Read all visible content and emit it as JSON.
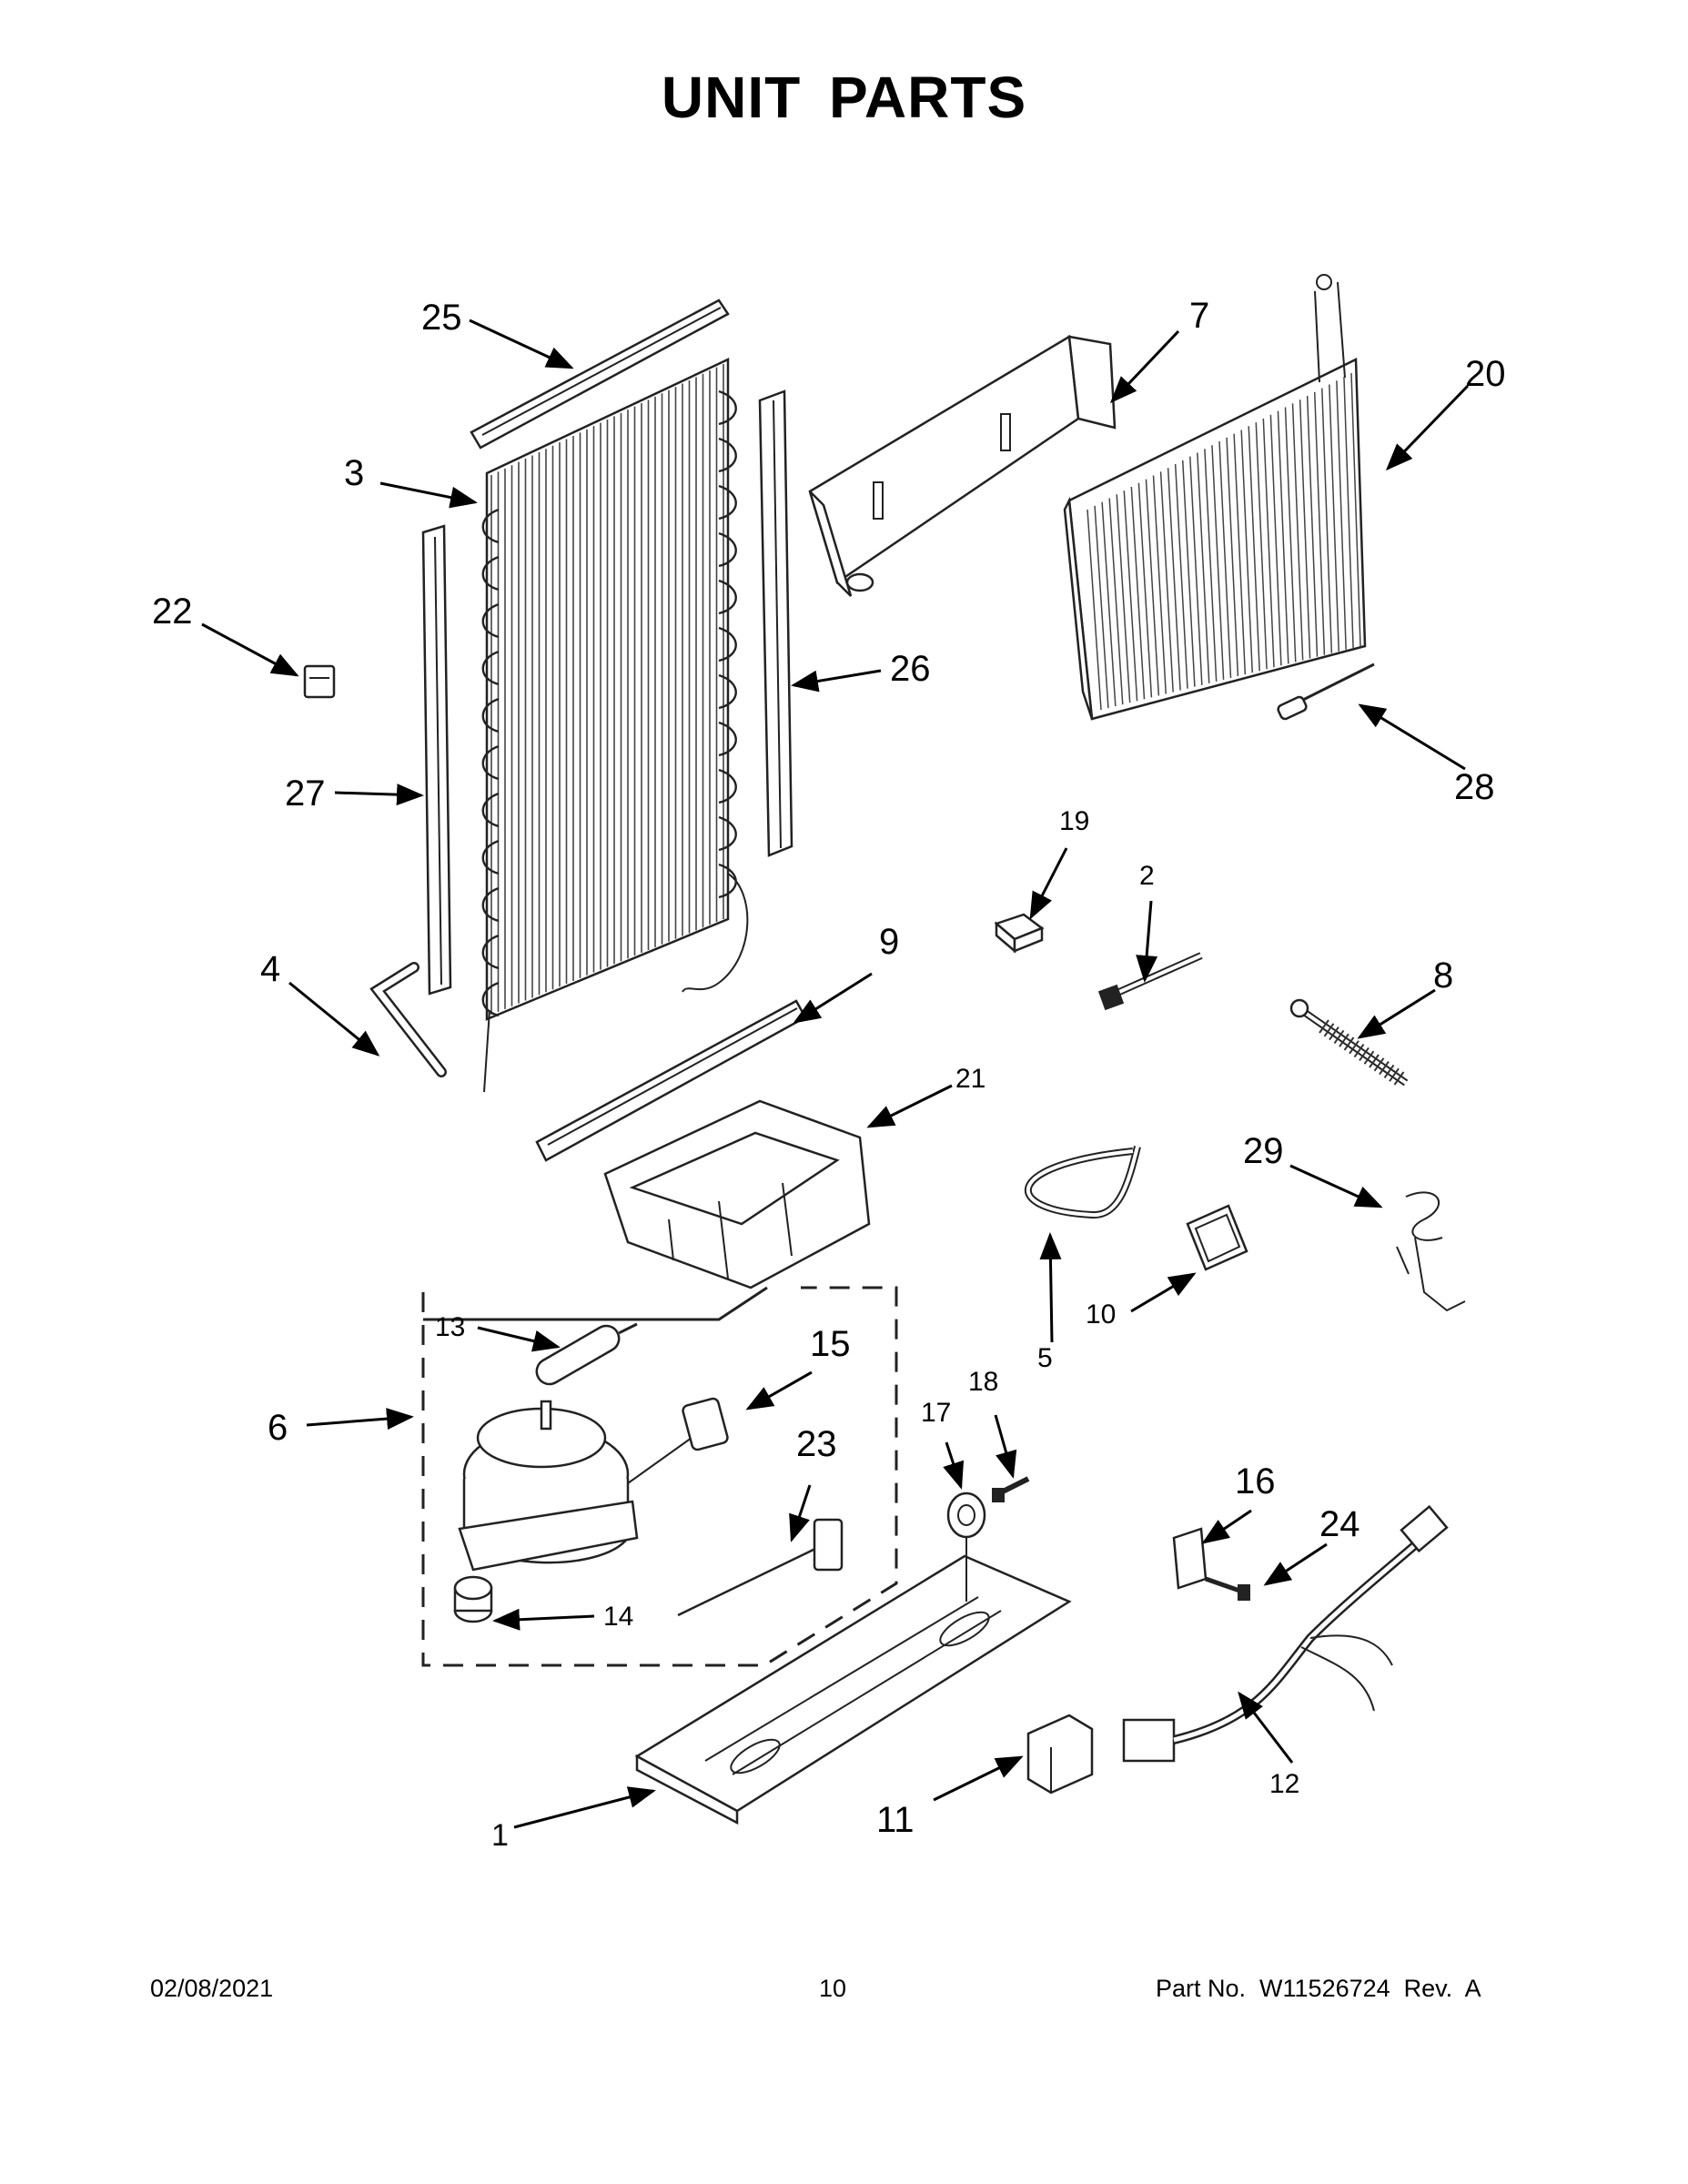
{
  "title": "UNIT PARTS",
  "footer": {
    "date": "02/08/2021",
    "page": "10",
    "part_number": "Part No.  W11526724  Rev.  A"
  },
  "callouts": [
    "1",
    "2",
    "3",
    "4",
    "5",
    "6",
    "7",
    "8",
    "9",
    "10",
    "11",
    "12",
    "13",
    "14",
    "15",
    "16",
    "17",
    "18",
    "19",
    "20",
    "21",
    "22",
    "23",
    "24",
    "25",
    "26",
    "27",
    "28",
    "29"
  ]
}
